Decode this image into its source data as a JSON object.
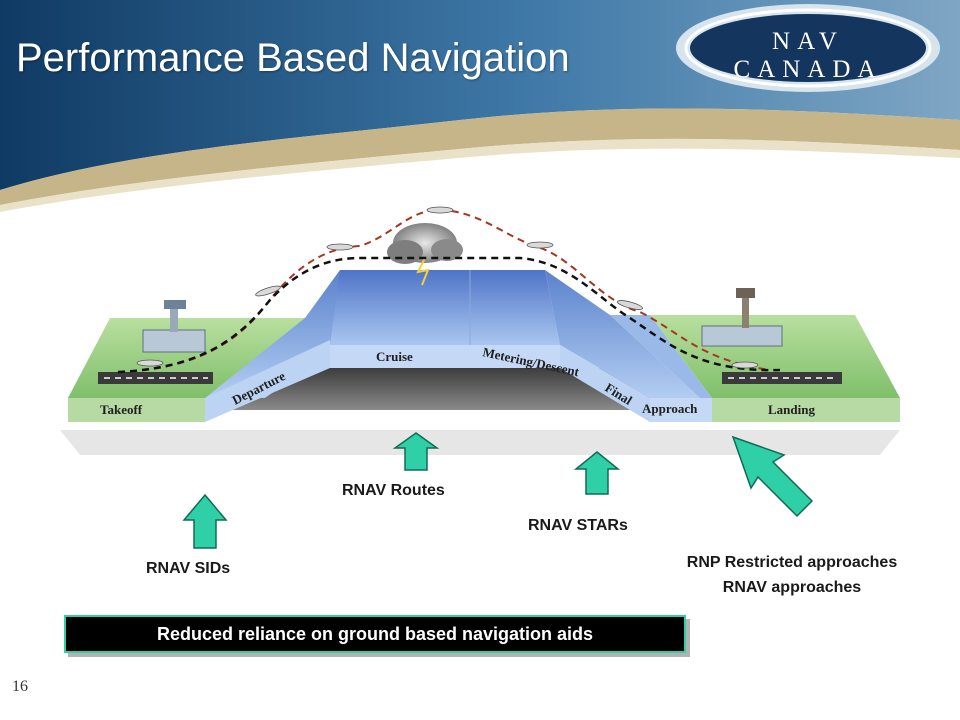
{
  "slide": {
    "title": "Performance Based Navigation",
    "logo_text": "NAV CANADA",
    "page_number": "16"
  },
  "diagram": {
    "phases": [
      "Takeoff",
      "Departure",
      "Cruise",
      "Metering/Descent",
      "Final",
      "Approach",
      "Landing"
    ],
    "annotations": {
      "rnav_sids": "RNAV SIDs",
      "rnav_routes": "RNAV Routes",
      "rnav_stars": "RNAV STARs",
      "rnp_line1": "RNP Restricted approaches",
      "rnp_line2": "RNAV approaches"
    },
    "banner": "Reduced reliance on ground based navigation aids"
  },
  "colors": {
    "header_blue": "#1d4f7c",
    "header_tan": "#c7b58a",
    "sky_blue": "#8fb3e8",
    "grass_green": "#9fcf88",
    "arrow_green": "#2fd0a8",
    "banner_bg": "#000000"
  }
}
